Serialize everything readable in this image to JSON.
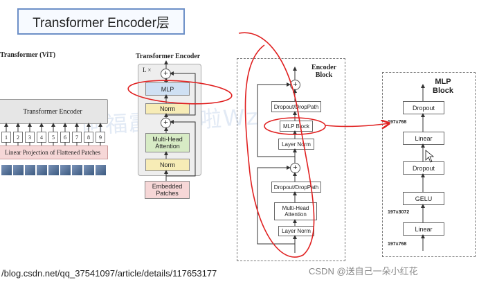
{
  "title": "Transformer Encoder层",
  "vit": {
    "title": "Transformer (ViT)",
    "encoder_label": "Transformer Encoder",
    "tokens": [
      "1",
      "2",
      "3",
      "4",
      "5",
      "6",
      "7",
      "8",
      "9"
    ],
    "projection_label": "Linear Projection of Flattened Patches"
  },
  "transformer_encoder": {
    "title": "Transformer Encoder",
    "repeat_label": "L ×",
    "mlp": "MLP",
    "norm_top": "Norm",
    "attention": "Multi-Head Attention",
    "norm_bottom": "Norm",
    "embedded": "Embedded Patches",
    "plus": "+"
  },
  "encoder_block": {
    "title": "Encoder Block",
    "dropout_top": "Dropout/DropPath",
    "mlp_block": "MLP Block",
    "layer_norm_top": "Layer Norm",
    "dropout_bottom": "Dropout/DropPath",
    "attention": "Multi-Head Attention",
    "layer_norm_bottom": "Layer Norm",
    "plus": "+"
  },
  "mlp_block": {
    "title": "MLP Block",
    "dropout_top": "Dropout",
    "dim_top": "197x768",
    "linear_top": "Linear",
    "dropout_mid": "Dropout",
    "gelu": "GELU",
    "dim_mid": "197x3072",
    "linear_bottom": "Linear",
    "dim_bottom": "197x768"
  },
  "watermark": "阿福霹雳吧啦Wz",
  "url_text": "/blog.csdn.net/qq_37541097/article/details/117653177",
  "csdn_text": "CSDN @送自己一朵小红花",
  "colors": {
    "mlp_fill": "#cfe0f3",
    "norm_fill": "#f7ecb6",
    "attention_fill": "#d7ebc5",
    "embedded_fill": "#f6d7d7",
    "annotation_red": "#e02020",
    "title_border": "#6c8fc7"
  }
}
